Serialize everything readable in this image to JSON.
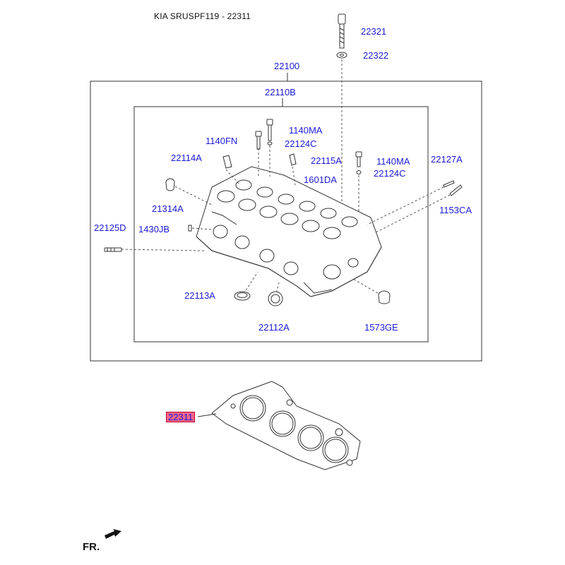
{
  "header": {
    "title": "KIA SRUSPF119 - 22311"
  },
  "parts": [
    {
      "id": "22321",
      "label": "22321"
    },
    {
      "id": "22322",
      "label": "22322"
    },
    {
      "id": "22100",
      "label": "22100"
    },
    {
      "id": "22110B",
      "label": "22110B"
    },
    {
      "id": "1140MA-a",
      "label": "1140MA"
    },
    {
      "id": "1140FN",
      "label": "1140FN"
    },
    {
      "id": "22124C-a",
      "label": "22124C"
    },
    {
      "id": "22114A",
      "label": "22114A"
    },
    {
      "id": "22115A",
      "label": "22115A"
    },
    {
      "id": "1140MA-b",
      "label": "1140MA"
    },
    {
      "id": "22124C-b",
      "label": "22124C"
    },
    {
      "id": "22127A",
      "label": "22127A"
    },
    {
      "id": "1601DA",
      "label": "1601DA"
    },
    {
      "id": "21314A",
      "label": "21314A"
    },
    {
      "id": "1153CA",
      "label": "1153CA"
    },
    {
      "id": "22125D",
      "label": "22125D"
    },
    {
      "id": "1430JB",
      "label": "1430JB"
    },
    {
      "id": "22113A",
      "label": "22113A"
    },
    {
      "id": "22112A",
      "label": "22112A"
    },
    {
      "id": "1573GE",
      "label": "1573GE"
    },
    {
      "id": "22311",
      "label": "22311",
      "highlighted": true
    }
  ],
  "footer": {
    "front_label": "FR."
  },
  "colors": {
    "label": "#1b1bd6",
    "highlight_fill": "#f2668b",
    "line": "#333333"
  }
}
